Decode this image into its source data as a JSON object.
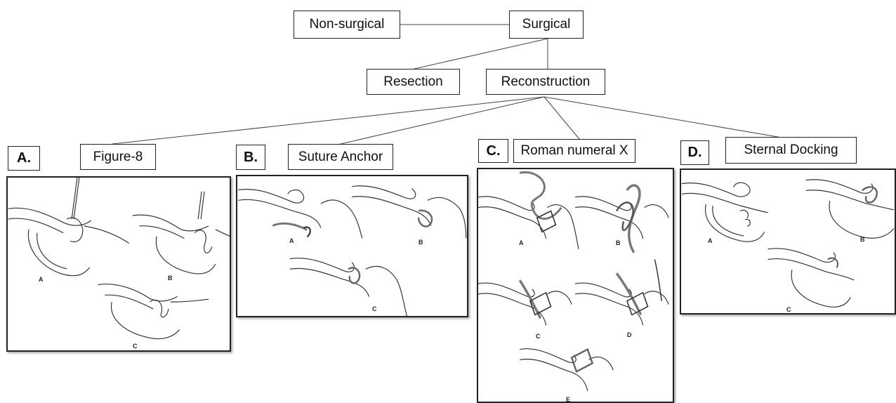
{
  "nodes": {
    "non_surgical": "Non-surgical",
    "surgical": "Surgical",
    "resection": "Resection",
    "reconstruction": "Reconstruction"
  },
  "techniques": [
    {
      "letter": "A.",
      "title": "Figure-8",
      "sub_labels": [
        "A",
        "B",
        "C"
      ]
    },
    {
      "letter": "B.",
      "title": "Suture Anchor",
      "sub_labels": [
        "A",
        "B",
        "C"
      ]
    },
    {
      "letter": "C.",
      "title": "Roman numeral X",
      "sub_labels": [
        "A",
        "B",
        "C",
        "D",
        "E"
      ]
    },
    {
      "letter": "D.",
      "title": "Sternal Docking",
      "sub_labels": [
        "A",
        "B",
        "C"
      ]
    }
  ]
}
